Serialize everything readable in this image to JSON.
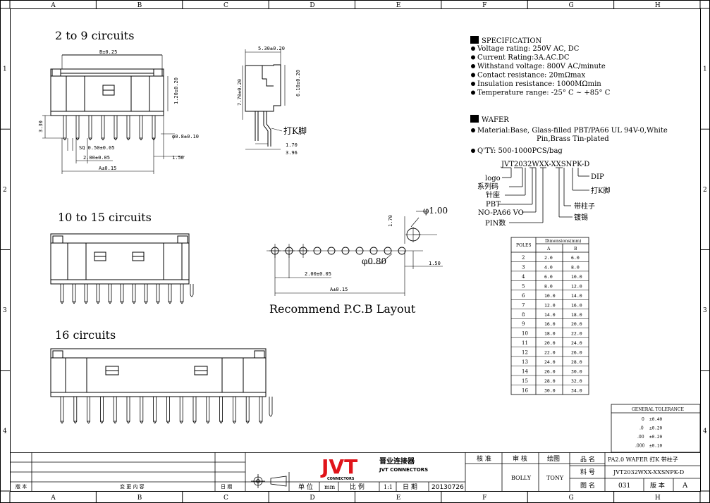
{
  "frame": {
    "col_letters": [
      "A",
      "B",
      "C",
      "D",
      "E",
      "F",
      "G",
      "H"
    ],
    "row_numbers": [
      "1",
      "2",
      "3",
      "4"
    ]
  },
  "views": {
    "title_2_9": "2 to 9 circuits",
    "title_10_15": "10 to 15 circuits",
    "title_16": "16 circuits",
    "pcb_title": "Recommend P.C.B Layout"
  },
  "dims_2_9": {
    "top_b": "B±0.25",
    "height": "3.30",
    "sq": "SQ 0.50±0.05",
    "pitch": "2.00±0.05",
    "span_a": "A±0.15",
    "h_120": "1.20±0.20",
    "dia": "φ0.8±0.10",
    "w_150": "1.50"
  },
  "dims_side": {
    "w_530": "5.30±0.20",
    "h_770": "7.70±0.20",
    "h_610": "6.10±0.20",
    "d_179": "1.70",
    "d_396": "3.96",
    "callout": "打K脚"
  },
  "dims_pcb": {
    "dia_100": "φ1.00",
    "dia_080": "φ0.80",
    "v_170": "1.70",
    "h_150": "1.50",
    "pitch": "2.00±0.05",
    "span_a": "A±0.15"
  },
  "spec": {
    "title": "SPECIFICATION",
    "lines": [
      "Voltage rating: 250V AC, DC",
      "Current Rating:3A.AC.DC",
      "Withstand voltage: 800V AC/minute",
      "Contact resistance: 20mΩmax",
      "Insulation resistance: 1000MΩmin",
      "Temperature range: -25° C ~ +85° C"
    ]
  },
  "wafer": {
    "title": "WAFER",
    "material_1": "Material:Base, Glass-filled PBT/PA66 UL 94V-0,White",
    "material_2": "Pin,Brass Tin-plated",
    "qty": "Q'TY: 500-1000PCS/bag"
  },
  "part_code": {
    "code": "JVT2032WXX-XXSNPK-D",
    "labels_left": [
      "logo",
      "系列码",
      "针座",
      "PBT",
      "NO-PA66 VO",
      "PIN数"
    ],
    "labels_right": [
      "DIP",
      "打K脚",
      "带柱子",
      "镀锡"
    ]
  },
  "poles_table": {
    "col_poles": "POLES",
    "col_dims": "Dimensions(mm)",
    "col_a": "A",
    "col_b": "B",
    "rows": [
      [
        "2",
        "2.0",
        "6.0"
      ],
      [
        "3",
        "4.0",
        "8.0"
      ],
      [
        "4",
        "6.0",
        "10.0"
      ],
      [
        "5",
        "8.0",
        "12.0"
      ],
      [
        "6",
        "10.0",
        "14.0"
      ],
      [
        "7",
        "12.0",
        "16.0"
      ],
      [
        "8",
        "14.0",
        "18.0"
      ],
      [
        "9",
        "16.0",
        "20.0"
      ],
      [
        "10",
        "18.0",
        "22.0"
      ],
      [
        "11",
        "20.0",
        "24.0"
      ],
      [
        "12",
        "22.0",
        "26.0"
      ],
      [
        "13",
        "24.0",
        "28.0"
      ],
      [
        "14",
        "26.0",
        "30.0"
      ],
      [
        "15",
        "28.0",
        "32.0"
      ],
      [
        "16",
        "30.0",
        "34.0"
      ]
    ]
  },
  "tolerance": {
    "title": "GENERAL TOLERANCE",
    "rows": [
      [
        "0",
        "±0.40"
      ],
      [
        ".0",
        "±0.20"
      ],
      [
        ".00",
        "±0.20"
      ],
      [
        ".000",
        "±0.10"
      ]
    ]
  },
  "title_block": {
    "rev_col": "版 本",
    "change_col": "变 更 内 容",
    "date_col": "日 期",
    "unit_label": "单 位",
    "unit_value": "mm",
    "scale_label": "比 例",
    "scale_value": "1:1",
    "date_label": "日 期",
    "date_value": "20130726",
    "logo_text": "JVT",
    "logo_cn": "晋业连接器",
    "logo_en": "JVT CONNECTORS",
    "logo_sub": "CONNECTORS",
    "approve": "核 准",
    "review": "审 核",
    "draw": "绘图",
    "reviewer": "BOLLY",
    "drawer": "TONY",
    "pname_label": "品 名",
    "pname_value": "PA2.0 WAFER 打K 带柱子",
    "pno_label": "料 号",
    "pno_value": "JVT2032WXX-XXSNPK-D",
    "dwg_label": "图 名",
    "dwg_value": "031",
    "ver_label": "版 本",
    "ver_value": "A"
  },
  "colors": {
    "line": "#000000",
    "paper": "#ffffff",
    "logo_red": "#e0141a"
  }
}
